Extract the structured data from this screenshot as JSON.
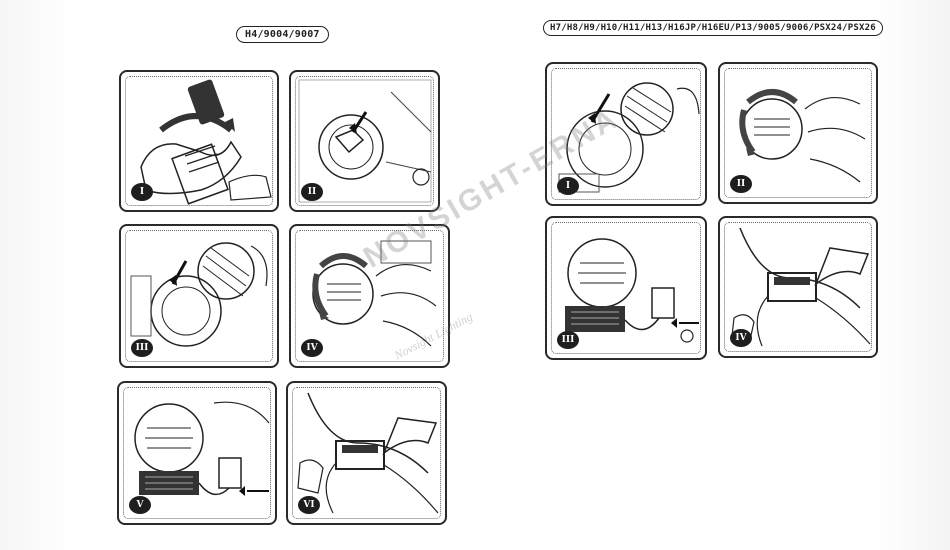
{
  "left_group": {
    "title": "H4/9004/9007",
    "panels": [
      {
        "step": "I",
        "scene": "hand-turning-bulb"
      },
      {
        "step": "II",
        "scene": "remove-clip"
      },
      {
        "step": "III",
        "scene": "insert-bulb"
      },
      {
        "step": "IV",
        "scene": "rotate-lock"
      },
      {
        "step": "V",
        "scene": "connect-plug"
      },
      {
        "step": "VI",
        "scene": "place-driver"
      }
    ]
  },
  "right_group": {
    "title": "H7/H8/H9/H10/H11/H13/H16JP/H16EU/P13/9005/9006/PSX24/PSX26",
    "panels": [
      {
        "step": "I",
        "scene": "insert-bulb"
      },
      {
        "step": "II",
        "scene": "rotate-lock"
      },
      {
        "step": "III",
        "scene": "connect-plug"
      },
      {
        "step": "IV",
        "scene": "place-driver"
      }
    ]
  },
  "watermark": {
    "brand": "NOVSIGHT-ERNA",
    "sub": "Novsight Lighting"
  },
  "colors": {
    "ink": "#222222",
    "paper": "#ffffff"
  }
}
